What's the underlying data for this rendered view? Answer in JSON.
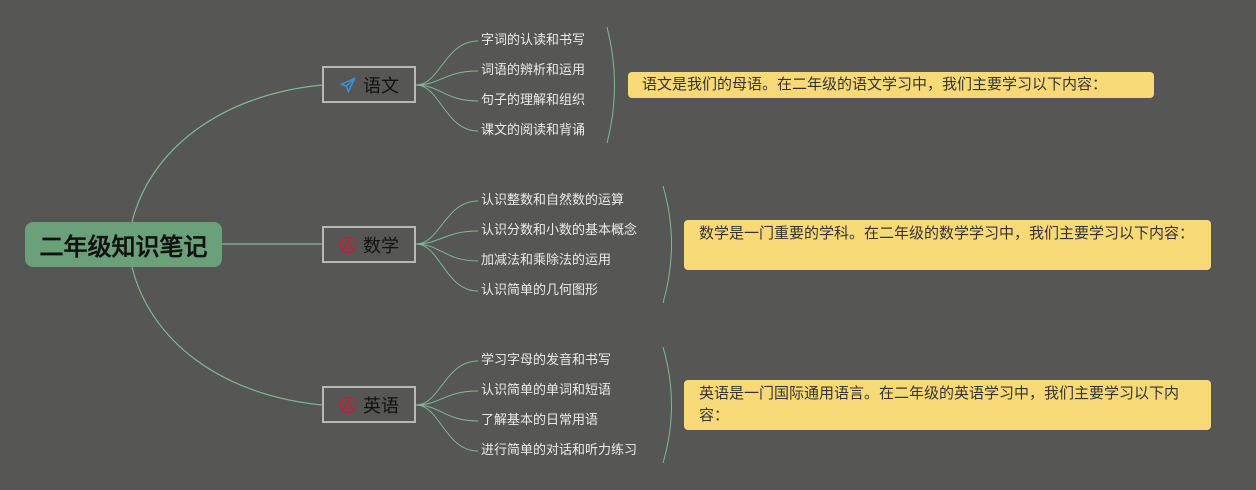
{
  "root": {
    "label": "二年级知识笔记"
  },
  "branches": [
    {
      "label": "语文",
      "icon": "paper-plane-icon",
      "items": [
        "字词的认读和书写",
        "词语的辨析和运用",
        "句子的理解和组织",
        "课文的阅读和背诵"
      ],
      "note": "语文是我们的母语。在二年级的语文学习中，我们主要学习以下内容："
    },
    {
      "label": "数学",
      "icon": "warning-icon",
      "items": [
        "认识整数和自然数的运算",
        "认识分数和小数的基本概念",
        "加减法和乘除法的运用",
        "认识简单的几何图形"
      ],
      "note": "数学是一门重要的学科。在二年级的数学学习中，我们主要学习以下内容："
    },
    {
      "label": "英语",
      "icon": "warning-icon",
      "items": [
        "学习字母的发音和书写",
        "认识简单的单词和短语",
        "了解基本的日常用语",
        "进行简单的对话和听力练习"
      ],
      "note": "英语是一门国际通用语言。在二年级的英语学习中，我们主要学习以下内容："
    }
  ],
  "colors": {
    "background": "#565654",
    "root": "#6aa17a",
    "connector": "#7fb89a",
    "note": "#f7d977",
    "plane_icon": "#3a8fd6",
    "warning_icon": "#c0203a"
  }
}
